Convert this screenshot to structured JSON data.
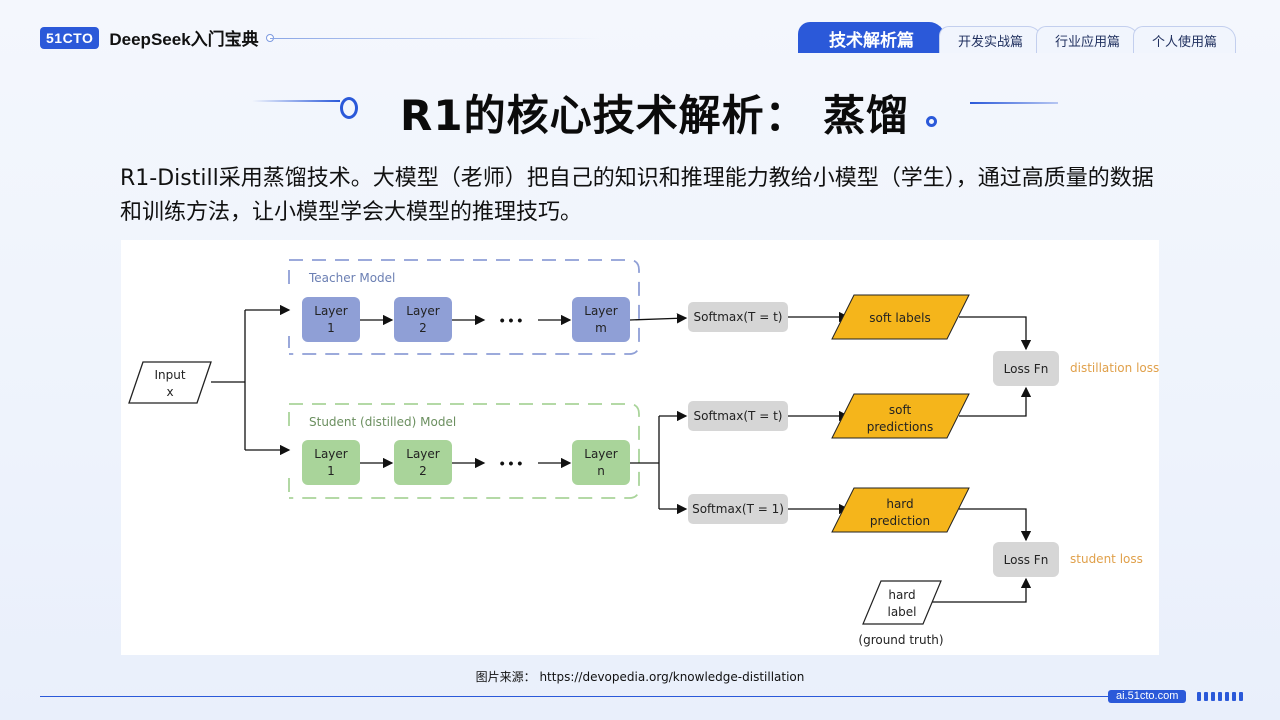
{
  "header": {
    "logo": "51CTO",
    "brand_title": "DeepSeek入门宝典",
    "tabs": [
      {
        "label": "技术解析篇",
        "active": true
      },
      {
        "label": "开发实战篇",
        "active": false
      },
      {
        "label": "行业应用篇",
        "active": false
      },
      {
        "label": "个人使用篇",
        "active": false
      }
    ]
  },
  "page": {
    "title": "R1的核心技术解析： 蒸馏",
    "paragraph": "R1-Distill采用蒸馏技术。大模型（老师）把自己的知识和推理能力教给小模型（学生），通过高质量的数据和训练方法，让小模型学会大模型的推理技巧。"
  },
  "diagram": {
    "input": [
      "Input",
      "x"
    ],
    "teacher_label": "Teacher Model",
    "student_label": "Student (distilled) Model",
    "teacher_layers": [
      [
        "Layer",
        "1"
      ],
      [
        "Layer",
        "2"
      ],
      [
        "Layer",
        "m"
      ]
    ],
    "student_layers": [
      [
        "Layer",
        "1"
      ],
      [
        "Layer",
        "2"
      ],
      [
        "Layer",
        "n"
      ]
    ],
    "ellipsis": "• • •",
    "softmax_teacher": "Softmax(T = t)",
    "softmax_student_soft": "Softmax(T = t)",
    "softmax_student_hard": "Softmax(T = 1)",
    "soft_labels": [
      "soft labels"
    ],
    "soft_predictions": [
      "soft",
      "predictions"
    ],
    "hard_prediction": [
      "hard",
      "prediction"
    ],
    "hard_label": [
      "hard",
      "label"
    ],
    "ground_truth": "(ground truth)",
    "loss_fn_1": "Loss Fn",
    "loss_fn_2": "Loss Fn",
    "distillation_loss": "distillation loss",
    "student_loss": "student loss",
    "colors": {
      "teacher": "#8f9fd6",
      "student": "#a9d49a",
      "parallelogram": "#f5b51b",
      "softmax": "#d6d6d6",
      "accent": "#e0a04a"
    }
  },
  "caption": "图片来源： https://devopedia.org/knowledge-distillation",
  "footer": {
    "url": "ai.51cto.com"
  }
}
